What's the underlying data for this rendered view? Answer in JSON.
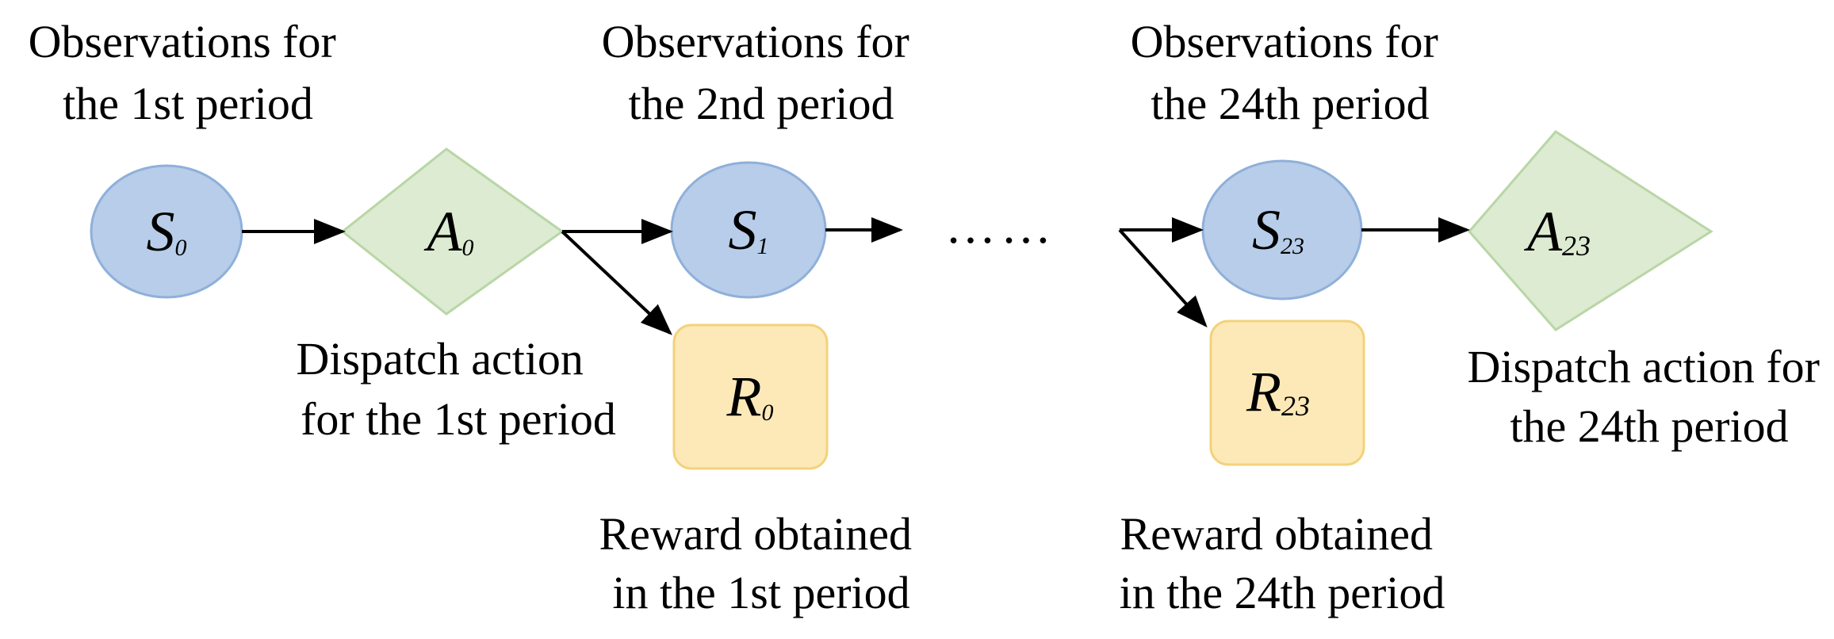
{
  "colors": {
    "state_fill": "#b7cde9",
    "state_stroke": "#8fb0d9",
    "action_fill": "#dcebd1",
    "action_stroke": "#b9d6a6",
    "reward_fill": "#fde9b8",
    "reward_stroke": "#f3d27a",
    "arrow": "#000000"
  },
  "nodes": {
    "s0": {
      "letter": "S",
      "sub": "0"
    },
    "a0": {
      "letter": "A",
      "sub": "0"
    },
    "s1": {
      "letter": "S",
      "sub": "1"
    },
    "r0": {
      "letter": "R",
      "sub": "0"
    },
    "s23": {
      "letter": "S",
      "sub": "23"
    },
    "r23": {
      "letter": "R",
      "sub": "23"
    },
    "a23": {
      "letter": "A",
      "sub": "23"
    }
  },
  "ellipsis": "……",
  "captions": {
    "obs1": [
      "Observations  for",
      "the 1st period"
    ],
    "obs2": [
      "Observations  for",
      "the 2nd period"
    ],
    "obs24": [
      "Observations  for",
      "the 24th period"
    ],
    "dispatch1": [
      "Dispatch action",
      "for the 1st period"
    ],
    "dispatch24": [
      "Dispatch action for",
      "the 24th period"
    ],
    "reward1": [
      "Reward obtained",
      "in the 1st period"
    ],
    "reward24": [
      "Reward obtained",
      "in the 24th period"
    ]
  }
}
